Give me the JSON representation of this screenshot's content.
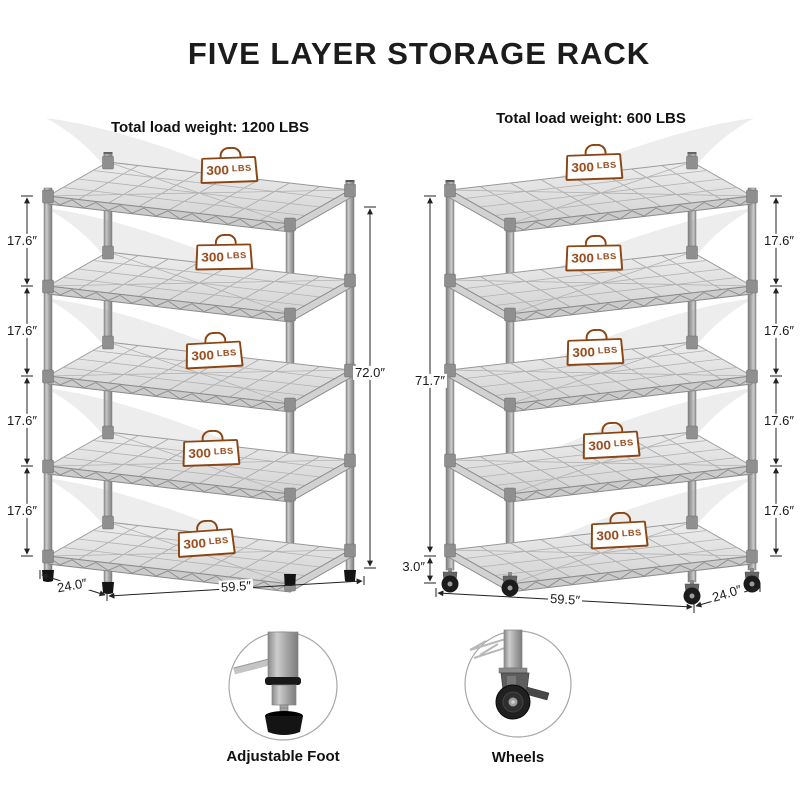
{
  "title": "FIVE LAYER STORAGE RACK",
  "racks": [
    {
      "id": "feet-version",
      "subtitle": "Total load weight: 1200 LBS",
      "shelves": [
        {
          "value": "300",
          "unit": "LBS"
        },
        {
          "value": "300",
          "unit": "LBS"
        },
        {
          "value": "300",
          "unit": "LBS"
        },
        {
          "value": "300",
          "unit": "LBS"
        },
        {
          "value": "300",
          "unit": "LBS"
        }
      ],
      "dimensions": {
        "spacing": "17.6″",
        "height": "72.0″",
        "depth": "24.0″",
        "width": "59.5″"
      }
    },
    {
      "id": "wheels-version",
      "subtitle": "Total load weight: 600 LBS",
      "shelves": [
        {
          "value": "300",
          "unit": "LBS"
        },
        {
          "value": "300",
          "unit": "LBS"
        },
        {
          "value": "300",
          "unit": "LBS"
        },
        {
          "value": "300",
          "unit": "LBS"
        },
        {
          "value": "300",
          "unit": "LBS"
        }
      ],
      "dimensions": {
        "spacing": "17.6″",
        "height": "71.7″",
        "wheel_height": "3.0″",
        "width": "59.5″",
        "depth": "24.0″"
      }
    }
  ],
  "callouts": [
    {
      "label": "Adjustable Foot"
    },
    {
      "label": "Wheels"
    }
  ],
  "colors": {
    "badge_brown": "#8B4513",
    "metal_gray": "#9e9e9e",
    "dimension_line": "#222222",
    "wheel_black": "#1b1b1b"
  }
}
